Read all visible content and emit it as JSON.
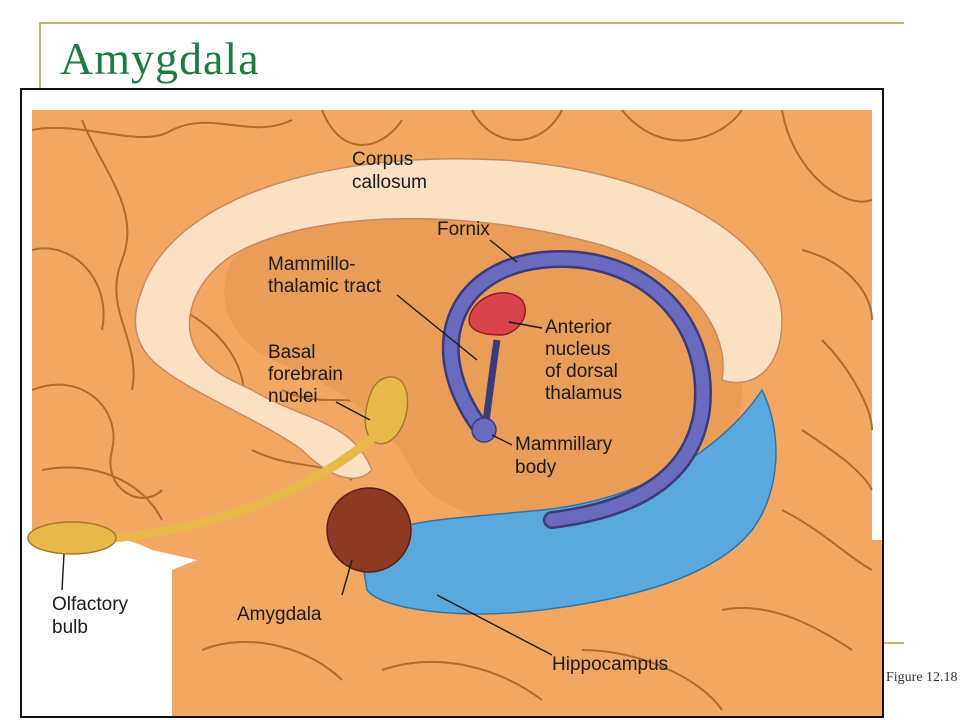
{
  "slide": {
    "title": "Amygdala",
    "figure_ref": "Figure 12.18"
  },
  "diagram": {
    "labels": {
      "corpus_callosum": [
        "Corpus",
        "callosum"
      ],
      "fornix": "Fornix",
      "mammillothalamic_tract": [
        "Mammillo-",
        "thalamic tract"
      ],
      "anterior_nucleus": [
        "Anterior",
        "nucleus",
        "of dorsal",
        "thalamus"
      ],
      "basal_forebrain": [
        "Basal",
        "forebrain",
        "nuclei"
      ],
      "mammillary_body": [
        "Mammillary",
        "body"
      ],
      "olfactory_bulb": [
        "Olfactory",
        "bulb"
      ],
      "amygdala": "Amygdala",
      "hippocampus": "Hippocampus"
    },
    "colors": {
      "cortex": "#f2a862",
      "sulcus_line": "#b06a2a",
      "corpus_callosum": "#fbe0c4",
      "fornix": "#5a5aa8",
      "anterior_nucleus": "#d9434b",
      "amygdala": "#8c3a24",
      "hippocampus": "#5aa8dc",
      "basal_forebrain": "#e8b84a",
      "olfactory": "#e8b84a"
    }
  }
}
